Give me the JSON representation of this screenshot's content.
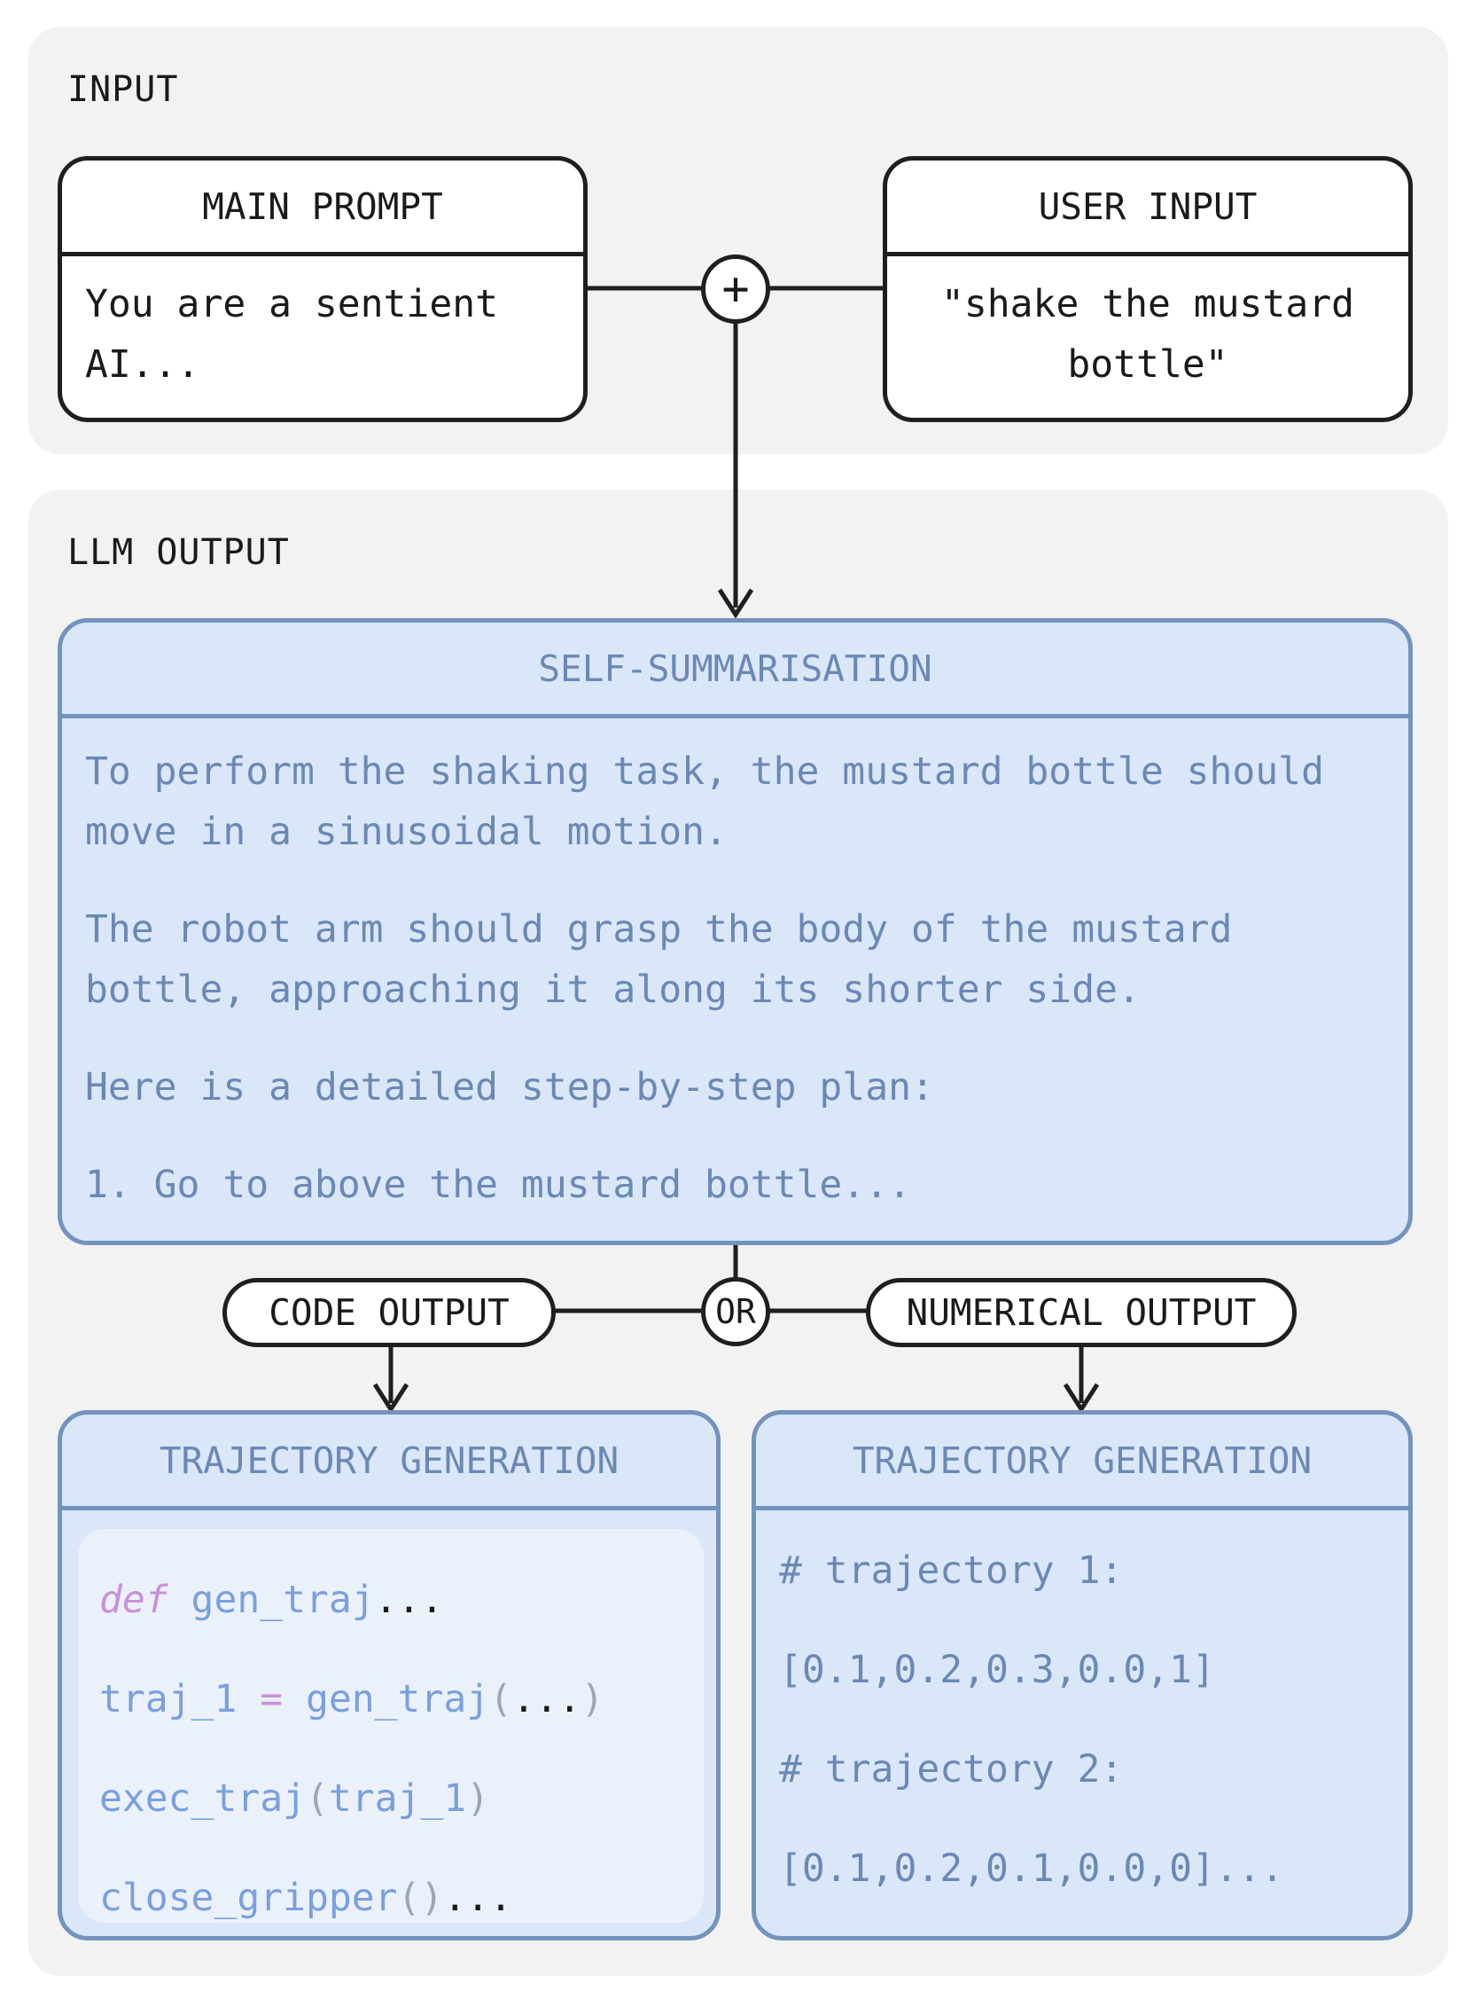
{
  "input_panel": {
    "title": "INPUT"
  },
  "main_prompt": {
    "header": "MAIN PROMPT",
    "body": "You are a sentient AI..."
  },
  "user_input": {
    "header": "USER INPUT",
    "body": "\"shake the mustard bottle\""
  },
  "combine_symbol": "+",
  "output_panel": {
    "title": "LLM OUTPUT"
  },
  "self_summarisation": {
    "header": "SELF-SUMMARISATION",
    "paragraphs": [
      "To perform the shaking task, the mustard bottle should move in a sinusoidal motion.",
      "The robot arm should grasp the body of the mustard bottle, approaching it along its shorter side.",
      "Here is a detailed step-by-step plan:",
      "1. Go to above the mustard bottle..."
    ]
  },
  "branch": {
    "or_label": "OR",
    "code_label": "CODE OUTPUT",
    "numerical_label": "NUMERICAL OUTPUT"
  },
  "code_generation": {
    "header": "TRAJECTORY GENERATION",
    "line1": {
      "kw": "def",
      "name": " gen_traj",
      "tail": "..."
    },
    "line2": {
      "a": "traj_1 ",
      "eq": "=",
      "b": " gen_traj",
      "p1": "(",
      "dots": "...",
      "p2": ")"
    },
    "line3": {
      "a": "exec_traj",
      "p1": "(",
      "b": "traj_1",
      "p2": ")"
    },
    "line4": {
      "a": "close_gripper",
      "p": "()",
      "tail": "..."
    }
  },
  "numerical_generation": {
    "header": "TRAJECTORY GENERATION",
    "lines": [
      "# trajectory 1:",
      "[0.1,0.2,0.3,0.0,1]",
      "# trajectory 2:",
      "[0.1,0.2,0.1,0.0,0]..."
    ]
  },
  "colors": {
    "accent_blue": "#7393be",
    "blue_fill": "#d9e7f8",
    "panel_gray": "#f2f2f2"
  }
}
